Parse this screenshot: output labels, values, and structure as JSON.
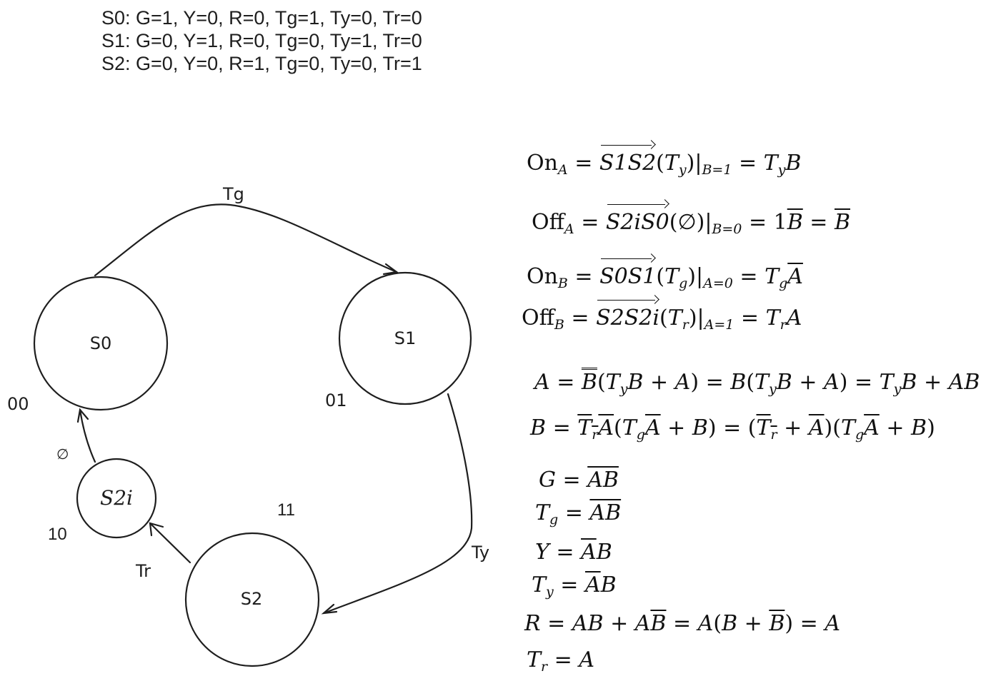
{
  "state_table": [
    "S0: G=1, Y=0, R=0, Tg=1, Ty=0, Tr=0",
    "S1: G=0, Y=1, R=0, Tg=0, Ty=1, Tr=0",
    "S2: G=0, Y=0, R=1, Tg=0, Ty=0, Tr=1"
  ],
  "states": {
    "s0": {
      "label": "S0",
      "code": "00"
    },
    "s1": {
      "label": "S1",
      "code": "01"
    },
    "s2": {
      "label": "S2",
      "code": "11"
    },
    "s2i": {
      "label": "S2i",
      "code": "10"
    }
  },
  "transitions": {
    "s0_s1": "Tg",
    "s1_s2": "Ty",
    "s2_s2i": "Tr",
    "s2i_s0": "∅"
  },
  "equations": {
    "on_a": {
      "lhs": "On",
      "sub": "A",
      "path": "S1S2",
      "arg": "T",
      "arg_sub": "y",
      "cond": "B=1",
      "rhs": "T_y B"
    },
    "off_a": {
      "lhs": "Off",
      "sub": "A",
      "path": "S2iS0",
      "arg": "∅",
      "cond": "B=0",
      "rhs": "1 B̄ = B̄"
    },
    "on_b": {
      "lhs": "On",
      "sub": "B",
      "path": "S0S1",
      "arg": "T",
      "arg_sub": "g",
      "cond": "A=0",
      "rhs": "T_g Ā"
    },
    "off_b": {
      "lhs": "Off",
      "sub": "B",
      "path": "S2S2i",
      "arg": "T",
      "arg_sub": "r",
      "cond": "A=1",
      "rhs": "T_r A"
    },
    "a_next": "A = B̿(T_yB + A) = B(T_yB + A) = T_yB + AB",
    "b_next": "B = (T_rA)‾(T_gĀ + B) = (T̄_r + Ā)(T_gĀ + B)",
    "g": "G = (AB)‾",
    "tg": "T_g = (AB)‾",
    "y": "Y = ĀB",
    "ty": "T_y = ĀB",
    "r": "R = AB + AB̄ = A(B + B̄) = A",
    "tr": "T_r = A"
  }
}
